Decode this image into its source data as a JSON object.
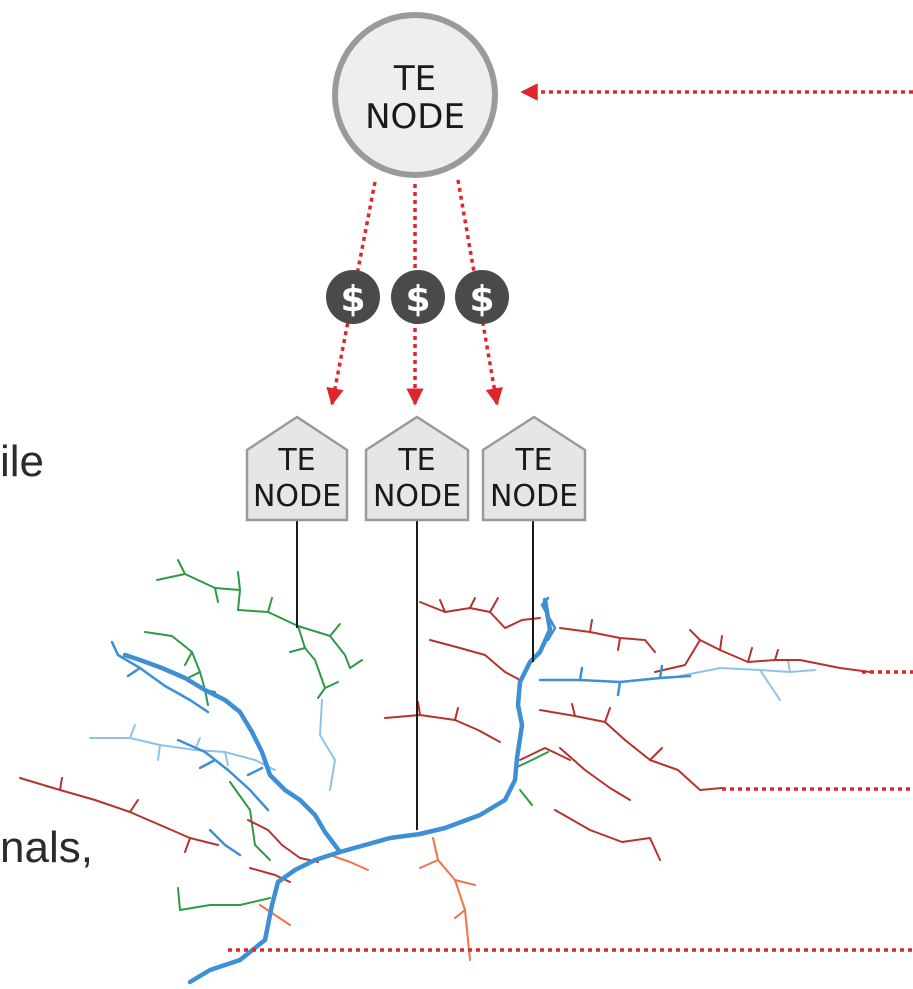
{
  "fragments": {
    "text1": "ile",
    "text2": "nals,"
  },
  "top_node": {
    "line1": "TE",
    "line2": "NODE"
  },
  "payments": [
    "$",
    "$",
    "$"
  ],
  "child_nodes": [
    {
      "line1": "TE",
      "line2": "NODE"
    },
    {
      "line1": "TE",
      "line2": "NODE"
    },
    {
      "line1": "TE",
      "line2": "NODE"
    }
  ],
  "colors": {
    "arrow": "#e0262d",
    "node_fill": "#eeeeee",
    "node_stroke": "#9a9a9a",
    "coin": "#4a4a4a",
    "river_main": "#3d8fd6",
    "river_light": "#8ec3e8",
    "green": "#2e9a44",
    "dark_red": "#b7322c",
    "orange": "#f0734a"
  }
}
